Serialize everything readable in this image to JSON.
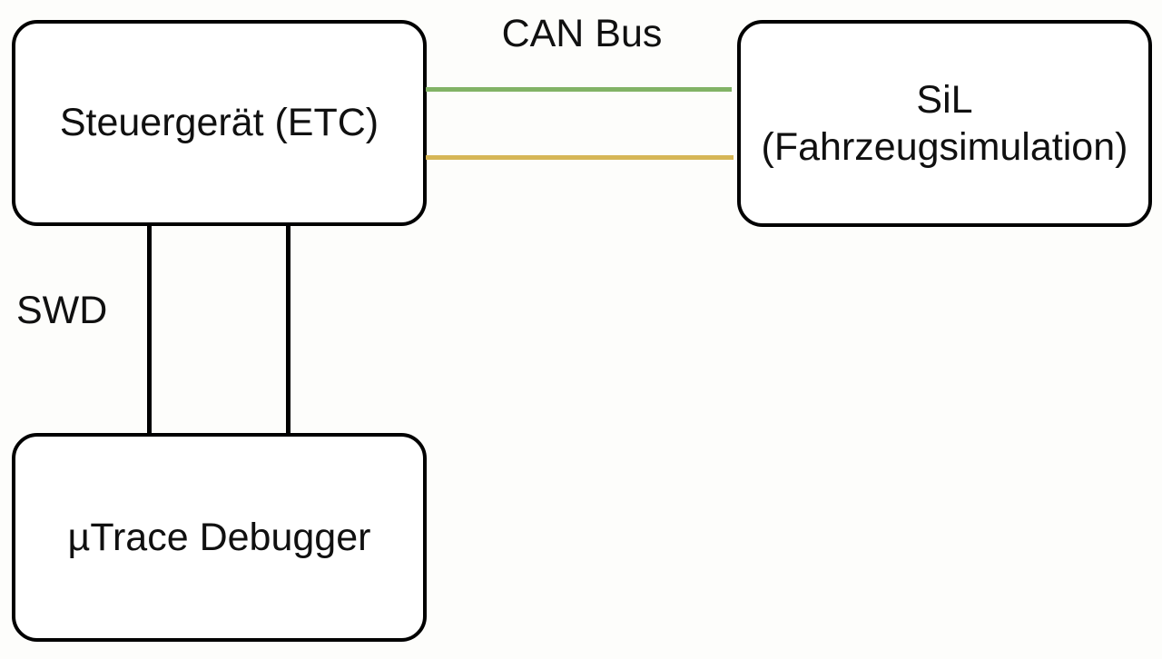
{
  "colors": {
    "background": "#fdfdfb",
    "node_fill": "#ffffff",
    "node_border": "#000000",
    "text": "#101010",
    "can_line_green": "#82b366",
    "can_line_yellow": "#d6b656",
    "swd_line": "#000000"
  },
  "nodes": [
    {
      "label": "Steuergerät (ETC)"
    },
    {
      "label": "SiL\n(Fahrzeugsimulation)"
    },
    {
      "label": "µTrace Debugger"
    }
  ],
  "edges": {
    "can_green": {
      "color": "#82b366"
    },
    "can_yellow": {
      "color": "#d6b656"
    },
    "swd_left": {
      "color": "#000000"
    },
    "swd_right": {
      "color": "#000000"
    }
  },
  "edge_labels": {
    "can_bus": "CAN Bus",
    "swd": "SWD"
  }
}
